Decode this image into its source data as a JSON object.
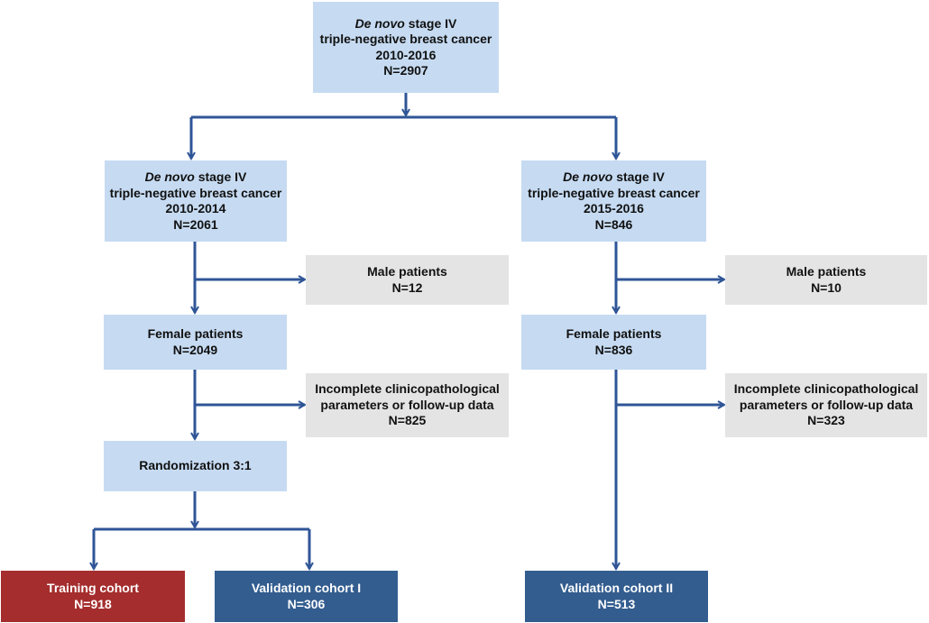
{
  "colors": {
    "blue_box": "#c6dbf2",
    "grey_box": "#e4e4e4",
    "training": "#a52d2d",
    "validation": "#335d8f",
    "arrow": "#2f5597"
  },
  "top": {
    "line1_italic": "De novo",
    "line1_rest": " stage IV",
    "line2": "triple-negative breast cancer",
    "line3": "2010-2016",
    "n": "N=2907"
  },
  "left": {
    "period": {
      "line1_italic": "De novo",
      "line1_rest": " stage IV",
      "line2": "triple-negative breast cancer",
      "line3": "2010-2014",
      "n": "N=2061"
    },
    "male": {
      "label": "Male patients",
      "n": "N=12"
    },
    "female": {
      "label": "Female patients",
      "n": "N=2049"
    },
    "incomplete": {
      "line1": "Incomplete clinicopathological",
      "line2": "parameters or follow-up data",
      "n": "N=825"
    },
    "randomization": {
      "label": "Randomization 3:1"
    },
    "training": {
      "label": "Training cohort",
      "n": "N=918"
    },
    "validation1": {
      "label": "Validation cohort I",
      "n": "N=306"
    }
  },
  "right": {
    "period": {
      "line1_italic": "De novo",
      "line1_rest": " stage IV",
      "line2": "triple-negative breast cancer",
      "line3": "2015-2016",
      "n": "N=846"
    },
    "male": {
      "label": "Male patients",
      "n": "N=10"
    },
    "female": {
      "label": "Female patients",
      "n": "N=836"
    },
    "incomplete": {
      "line1": "Incomplete clinicopathological",
      "line2": "parameters or follow-up data",
      "n": "N=323"
    },
    "validation2": {
      "label": "Validation cohort II",
      "n": "N=513"
    }
  }
}
